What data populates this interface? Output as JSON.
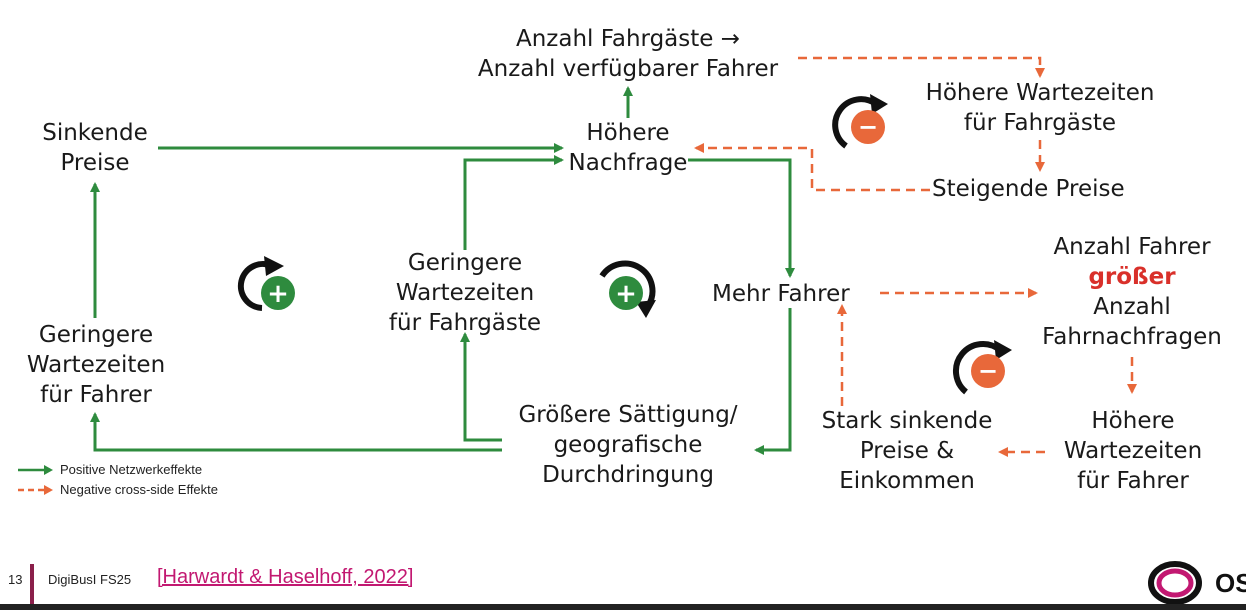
{
  "nodes": {
    "ratio": [
      "Anzahl Fahrgäste →",
      "Anzahl verfügbarer Fahrer"
    ],
    "hoehere_wartezeiten_fahrgaeste": [
      "Höhere Wartezeiten",
      "für Fahrgäste"
    ],
    "sinkende_preise": [
      "Sinkende",
      "Preise"
    ],
    "hoehere_nachfrage": [
      "Höhere",
      "Nachfrage"
    ],
    "steigende_preise": "Steigende Preise",
    "anzahl_fahrer": {
      "line1": "Anzahl Fahrer",
      "accent": "größer",
      "line3": "Anzahl",
      "line4": "Fahrnachfragen"
    },
    "geringere_wartezeiten_fahrgaeste": [
      "Geringere",
      "Wartezeiten",
      "für Fahrgäste"
    ],
    "mehr_fahrer": "Mehr Fahrer",
    "geringere_wartezeiten_fahrer": [
      "Geringere",
      "Wartezeiten",
      "für Fahrer"
    ],
    "saettigung": [
      "Größere Sättigung/",
      "geografische",
      "Durchdringung"
    ],
    "stark_sinkende_preise": [
      "Stark sinkende",
      "Preise &",
      "Einkommen"
    ],
    "hoehere_wartezeiten_fahrer": [
      "Höhere",
      "Wartezeiten",
      "für Fahrer"
    ]
  },
  "loop_badges": {
    "reinforcing_symbol": "+",
    "balancing_symbol": "−",
    "reinforcing_color": "#2e8b3e",
    "balancing_color": "#e8683a"
  },
  "legend": {
    "positive": "Positive Netzwerkeffekte",
    "negative": "Negative cross-side Effekte"
  },
  "colors": {
    "positive": "#2e8b3e",
    "negative": "#e8683a",
    "accent_text": "#d9302a",
    "citation": "#c21871",
    "footer_bar": "#8a1f4a"
  },
  "footer": {
    "page_number": "13",
    "course": "DigiBusI FS25",
    "citation": "[Harwardt & Haselhoff, 2022]",
    "logo_text": "OS"
  }
}
